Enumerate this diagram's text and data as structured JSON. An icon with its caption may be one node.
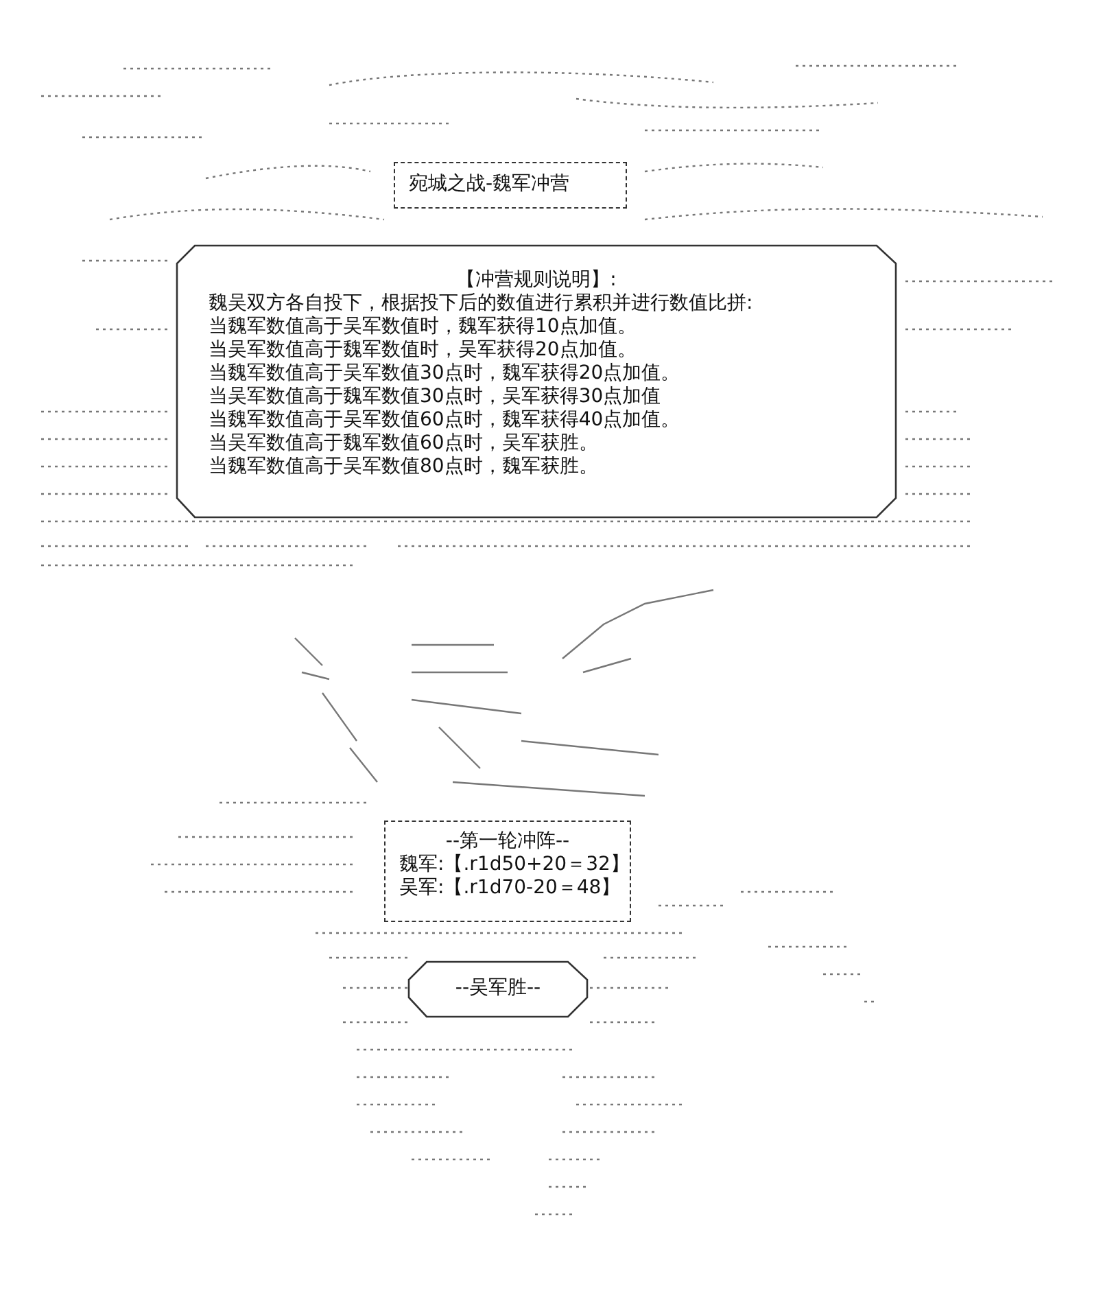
{
  "diagram": {
    "nodes": [
      {
        "text": [
          "宛城之战-魏军冲营"
        ]
      },
      {
        "text": [
          "【冲营规则说明】:",
          "魏吴双方各自投下，根据投下后的数值进行累积并进行数值比拼:",
          "当魏军数值高于吴军数值时，魏军获得10点加值。",
          "当吴军数值高于魏军数值时，吴军获得20点加值。",
          "当魏军数值高于吴军数值30点时，魏军获得20点加值。",
          "当吴军数值高于魏军数值30点时，吴军获得30点加值",
          "当魏军数值高于吴军数值60点时，魏军获得40点加值。",
          "当吴军数值高于魏军数值60点时，吴军获胜。",
          "当魏军数值高于吴军数值80点时，魏军获胜。"
        ]
      },
      {
        "text": [
          "--第一轮冲阵--",
          "魏军:【.r1d50+20＝32】",
          "吴军:【.r1d70-20＝48】"
        ]
      },
      {
        "text": [
          "--吴军胜--"
        ]
      }
    ]
  }
}
